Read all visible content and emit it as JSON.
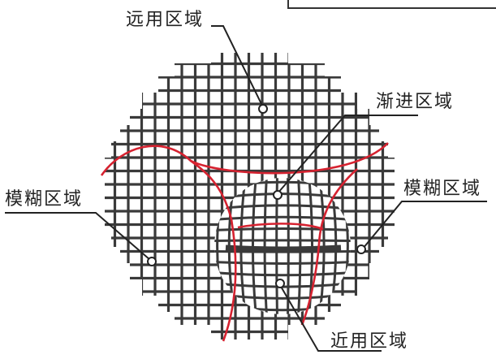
{
  "labels": {
    "far": "远用区域",
    "progressive": "渐进区域",
    "blur_left": "模糊区域",
    "blur_right": "模糊区域",
    "near": "近用区域"
  },
  "colors": {
    "grid": "#3a3a3a",
    "boundary": "#d62230",
    "text": "#222222",
    "background": "#ffffff"
  }
}
